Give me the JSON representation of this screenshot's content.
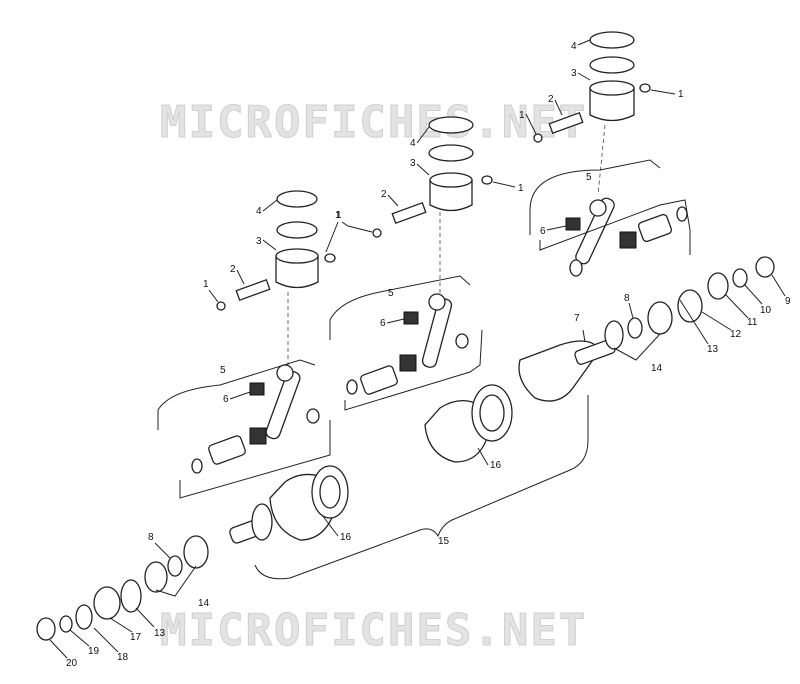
{
  "watermark": "MICROFICHES.NET",
  "callouts": {
    "top_cyl": [
      "4",
      "3",
      "2",
      "1",
      "1",
      "5",
      "6"
    ],
    "mid_cyl": [
      "4",
      "3",
      "2",
      "1",
      "1",
      "5",
      "6"
    ],
    "left_cyl": [
      "4",
      "3",
      "2",
      "1",
      "1",
      "5",
      "6"
    ],
    "right_end": [
      "9",
      "10",
      "11",
      "12",
      "13",
      "14",
      "8",
      "7",
      "16"
    ],
    "crank": [
      "16",
      "15",
      "14",
      "8"
    ],
    "left_end": [
      "13",
      "17",
      "18",
      "19",
      "20"
    ]
  }
}
